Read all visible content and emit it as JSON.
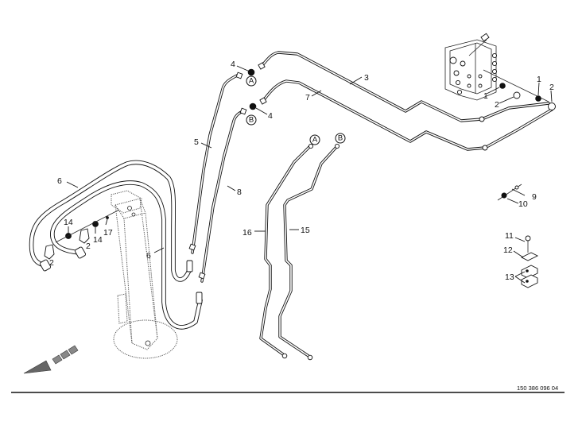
{
  "diagram": {
    "title": "Hydraulic line assembly (parts diagram)",
    "document_number": "150 386 096 04",
    "connection_markers": [
      {
        "id": "A",
        "label": "A"
      },
      {
        "id": "B",
        "label": "B"
      },
      {
        "id": "A2",
        "label": "A"
      },
      {
        "id": "B2",
        "label": "B"
      }
    ],
    "callouts": [
      {
        "id": "c1a",
        "label": "1"
      },
      {
        "id": "c1b",
        "label": "1"
      },
      {
        "id": "c2a",
        "label": "2"
      },
      {
        "id": "c2b",
        "label": "2"
      },
      {
        "id": "c2c",
        "label": "2"
      },
      {
        "id": "c2d",
        "label": "2"
      },
      {
        "id": "c3",
        "label": "3"
      },
      {
        "id": "c4a",
        "label": "4"
      },
      {
        "id": "c4b",
        "label": "4"
      },
      {
        "id": "c5",
        "label": "5"
      },
      {
        "id": "c6a",
        "label": "6"
      },
      {
        "id": "c6b",
        "label": "6"
      },
      {
        "id": "c7",
        "label": "7"
      },
      {
        "id": "c8",
        "label": "8"
      },
      {
        "id": "c9",
        "label": "9"
      },
      {
        "id": "c10",
        "label": "10"
      },
      {
        "id": "c11",
        "label": "11"
      },
      {
        "id": "c12",
        "label": "12"
      },
      {
        "id": "c13",
        "label": "13"
      },
      {
        "id": "c14a",
        "label": "14"
      },
      {
        "id": "c14b",
        "label": "14"
      },
      {
        "id": "c15",
        "label": "15"
      },
      {
        "id": "c16",
        "label": "16"
      },
      {
        "id": "c17",
        "label": "17"
      }
    ],
    "direction_arrow": "direction-of-travel-arrow"
  }
}
